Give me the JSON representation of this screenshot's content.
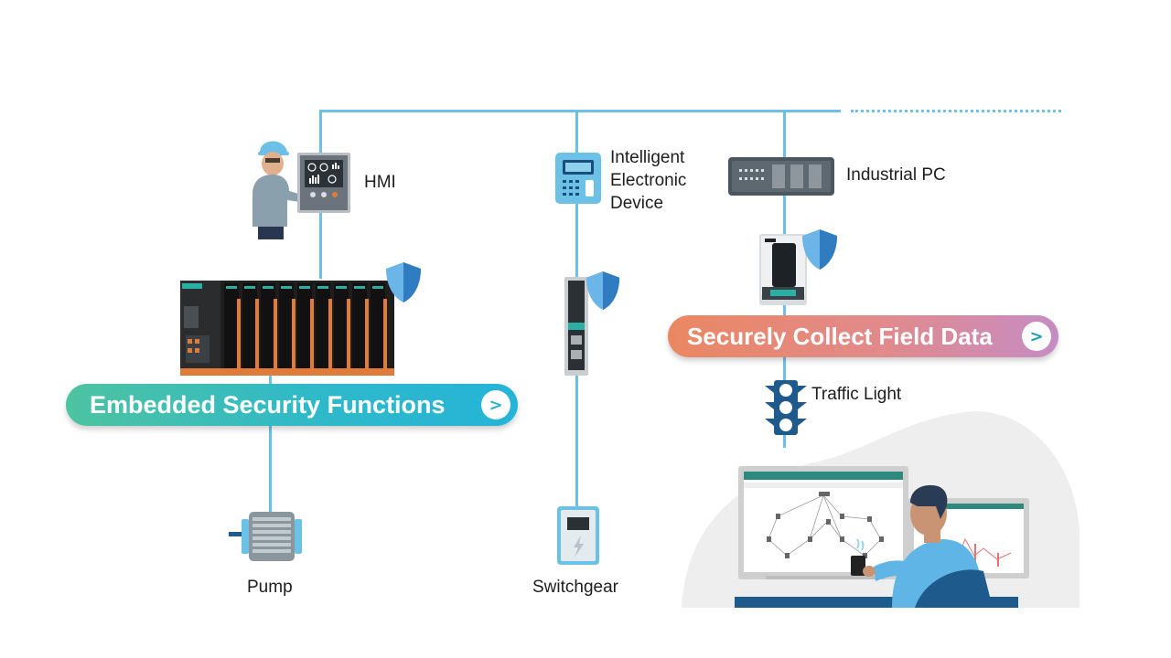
{
  "devices": {
    "hmi": "HMI",
    "ied": [
      "Intelligent",
      "Electronic",
      "Device"
    ],
    "industrial_pc": "Industrial PC",
    "traffic_light": "Traffic Light",
    "pump": "Pump",
    "switchgear": "Switchgear"
  },
  "buttons": {
    "embedded_security": "Embedded Security Functions",
    "collect_field_data": "Securely Collect Field Data",
    "arrow": ">"
  },
  "colors": {
    "line": "#6cc2e6",
    "shield": "#3f8fd4",
    "green_pill_start": "#4dc3a0",
    "green_pill_end": "#25b4d8",
    "orange_pill_start": "#ea8762",
    "orange_pill_end": "#c58cc4"
  }
}
